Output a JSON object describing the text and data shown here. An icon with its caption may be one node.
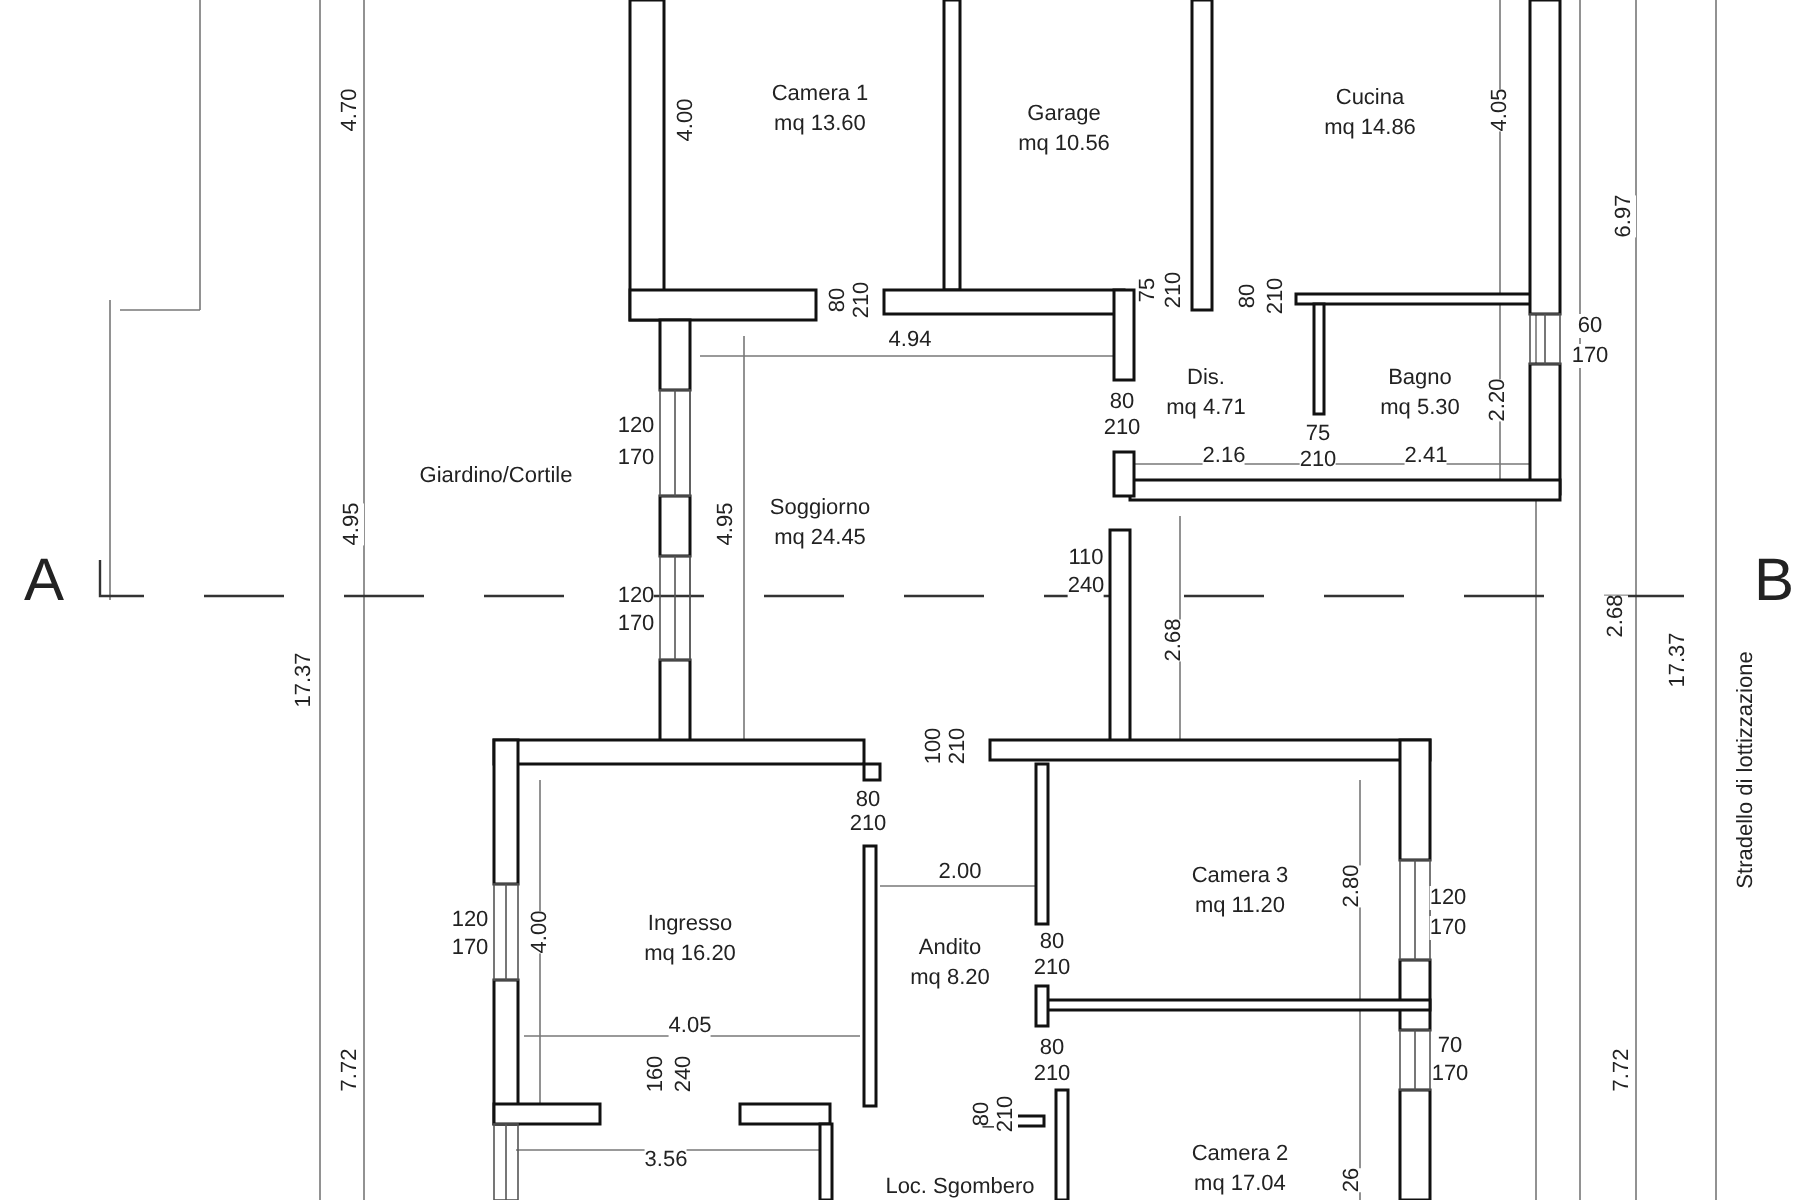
{
  "diagram": {
    "nodes": [
      {
        "text": [
          "Camera 1",
          "mq 13.60"
        ]
      },
      {
        "text": [
          "Garage",
          "mq 10.56"
        ]
      },
      {
        "text": [
          "Cucina",
          "mq 14.86"
        ]
      },
      {
        "text": [
          "Dis.",
          "mq 4.71"
        ]
      },
      {
        "text": [
          "Bagno",
          "mq 5.30"
        ]
      },
      {
        "text": [
          "Soggiorno",
          "mq 24.45"
        ]
      },
      {
        "text": [
          "Ingresso",
          "mq 16.20"
        ]
      },
      {
        "text": [
          "Andito",
          "mq 8.20"
        ]
      },
      {
        "text": [
          "Camera 3",
          "mq 11.20"
        ]
      },
      {
        "text": [
          "Camera 2",
          "mq 17.04"
        ]
      },
      {
        "text": [
          "Loc. Sgombero"
        ]
      }
    ],
    "labels": [
      "4.70",
      "4.00",
      "4.05",
      "6.97",
      "80",
      "210",
      "75",
      "210",
      "80",
      "210",
      "60",
      "170",
      "4.94",
      "120",
      "170",
      "80",
      "210",
      "2.20",
      "Giardino/Cortile",
      "2.16",
      "75",
      "210",
      "2.41",
      "4.95",
      "4.95",
      "A",
      "B",
      "110",
      "240",
      "120",
      "170",
      "2.68",
      "2.68",
      "17.37",
      "17.37",
      "Stradello di lottizzazione",
      "100",
      "210",
      "80",
      "210",
      "2.00",
      "2.80",
      "120",
      "170",
      "120",
      "170",
      "4.00",
      "80",
      "210",
      "4.05",
      "7.72",
      "160",
      "240",
      "80",
      "210",
      "70",
      "170",
      "7.72",
      "80",
      "210",
      "3.56",
      "26"
    ]
  }
}
